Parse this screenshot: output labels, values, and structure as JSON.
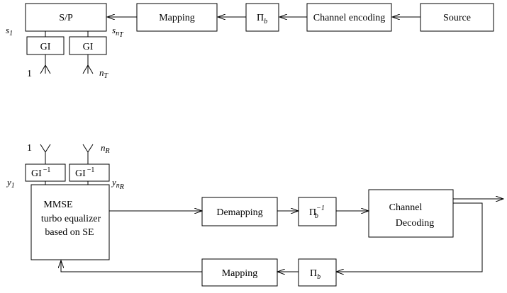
{
  "transmitter": {
    "source": "Source",
    "channel_encoding": "Channel encoding",
    "interleaver": "Π",
    "interleaver_sub": "b",
    "mapping": "Mapping",
    "sp": "S/P",
    "gi_left": "GI",
    "gi_right": "GI",
    "s_left_base": "s",
    "s_left_sub": "1",
    "s_right_base": "s",
    "s_right_sub": "n",
    "s_right_subsub": "T",
    "ant_left_label": "1",
    "ant_right_base": "n",
    "ant_right_sub": "T"
  },
  "receiver": {
    "ant_left_label": "1",
    "ant_right_base": "n",
    "ant_right_sub": "R",
    "gi_inv_left": "GI",
    "gi_inv_left_sup": "−1",
    "gi_inv_right": "GI",
    "gi_inv_right_sup": "−1",
    "y_left_base": "y",
    "y_left_sub": "1",
    "y_right_base": "y",
    "y_right_sub": "n",
    "y_right_subsub": "R",
    "equalizer_line1": "MMSE",
    "equalizer_line2": "turbo equalizer",
    "equalizer_line3": "based on SE",
    "demapping": "Demapping",
    "deinterleaver": "Π",
    "deinterleaver_sub": "b",
    "deinterleaver_sup": "−1",
    "channel_decoding_line1": "Channel",
    "channel_decoding_line2": "Decoding",
    "interleaver": "Π",
    "interleaver_sub": "b",
    "mapping": "Mapping"
  }
}
